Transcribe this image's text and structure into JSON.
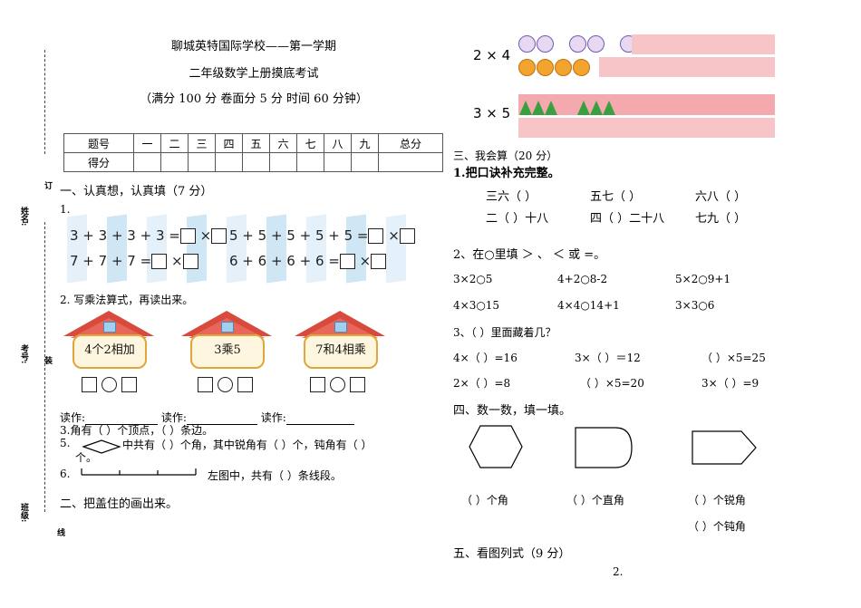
{
  "header": {
    "school": "聊城英特国际学校——第一学期",
    "exam": "二年级数学上册摸底考试",
    "score_info": "（满分 100 分  卷面分 5 分    时间 60 分钟）"
  },
  "margin": {
    "name": "姓名:",
    "number": "考号:",
    "class": "班级:",
    "ding": "订",
    "zhuang": "装",
    "xian": "线"
  },
  "score_table": {
    "row1": [
      "题号",
      "一",
      "二",
      "三",
      "四",
      "五",
      "六",
      "七",
      "八",
      "九",
      "总分"
    ],
    "row2_label": "得分"
  },
  "section1": {
    "title": "一、认真想，认真填（7 分）",
    "q1_num": "1.",
    "eq1": "3 + 3 + 3 + 3 =",
    "eq2": "5 + 5 + 5 + 5 + 5 =",
    "eq3": "7 + 7 + 7 =",
    "eq4": "6 + 6 + 6 + 6 =",
    "times": "×",
    "q2": "2. 写乘法算式，再读出来。",
    "houses": [
      "4个2相加",
      "3乘5",
      "7和4相乘"
    ],
    "read": "读作:",
    "q3": "3.角有（   ）个顶点，（   ）条边。",
    "q5_num": "5.",
    "q5_text": "中共有（   ）个角，其中锐角有（   ）个，钝角有（   ）",
    "q5_tail": "个。",
    "q6_num": "6.",
    "q6_text": "左图中，共有（    ）条线段。"
  },
  "section2": {
    "title": "二、把盖住的画出来。"
  },
  "right_top": {
    "label1": "2 × 4",
    "label2": "3 × 5"
  },
  "section3": {
    "title": "三、我会算（20 分）",
    "q1": "1.把口诀补充完整。",
    "rhymes_row1": [
      "三六（      ）",
      "五七（        ）",
      "六八（        ）"
    ],
    "rhymes_row2": [
      "二（   ）十八",
      "四（   ）二十八",
      "七九（        ）"
    ],
    "q2": "2、在○里填 ＞ 、 ＜ 或 =。",
    "cmp_row1": [
      "3×2○5",
      "4+2○8-2",
      "5×2○9+1"
    ],
    "cmp_row2": [
      "4×3○15",
      "4×4○14+1",
      "3×3○6"
    ],
    "q3": "3、（    ）里面藏着几？",
    "hide_row1": [
      "4×（    ）=16",
      "3×（    ）＝12",
      "（    ）×5=25"
    ],
    "hide_row2": [
      "2×（    ）=8",
      "（    ）×5=20",
      "3×（    ）=9"
    ]
  },
  "section4": {
    "title": "四、数一数，填一填。",
    "a1": "（   ）个角",
    "a2": "（   ）个直角",
    "a3": "（   ）个锐角",
    "a4": "（   ）个钝角"
  },
  "section5": {
    "title": "五、看图列式（9 分）"
  },
  "page_number": "2."
}
